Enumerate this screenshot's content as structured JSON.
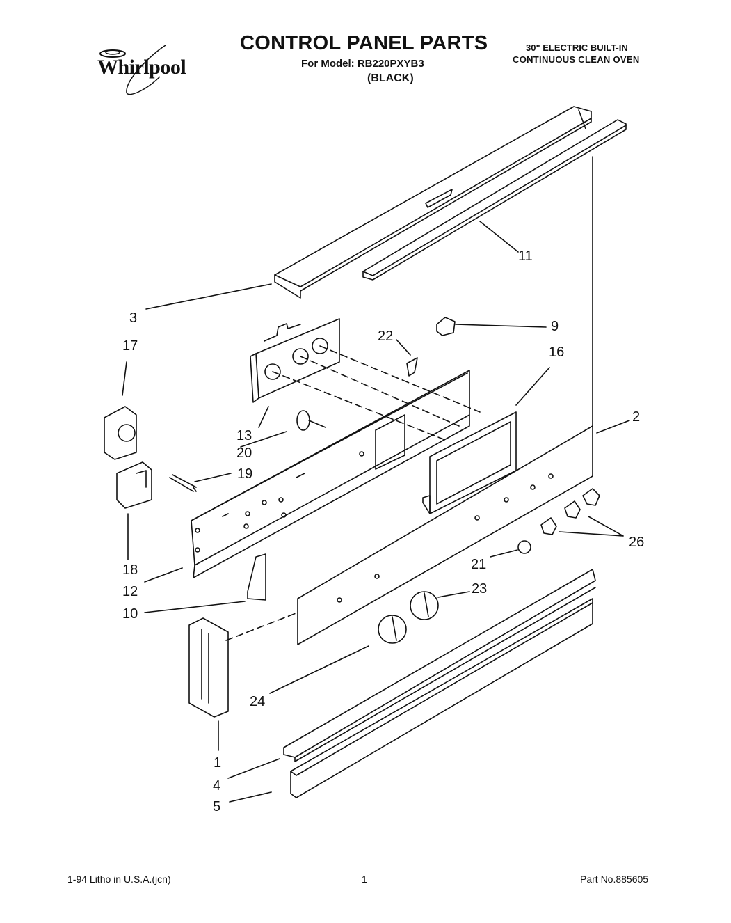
{
  "header": {
    "brand": "Whirlpool",
    "title": "CONTROL PANEL PARTS",
    "model_line": "For Model: RB220PXYB3",
    "color_line": "(BLACK)",
    "oven_line1": "30\" ELECTRIC BUILT-IN",
    "oven_line2": "CONTINUOUS  CLEAN  OVEN"
  },
  "callouts": [
    "11",
    "3",
    "22",
    "9",
    "17",
    "16",
    "2",
    "13",
    "20",
    "19",
    "26",
    "18",
    "21",
    "12",
    "23",
    "10",
    "24",
    "1",
    "4",
    "5"
  ],
  "footer": {
    "left": "1-94 Litho in U.S.A.(jcn)",
    "page": "1",
    "part_no": "Part No.885605"
  },
  "colors": {
    "ink": "#111111",
    "paper": "#ffffff"
  }
}
